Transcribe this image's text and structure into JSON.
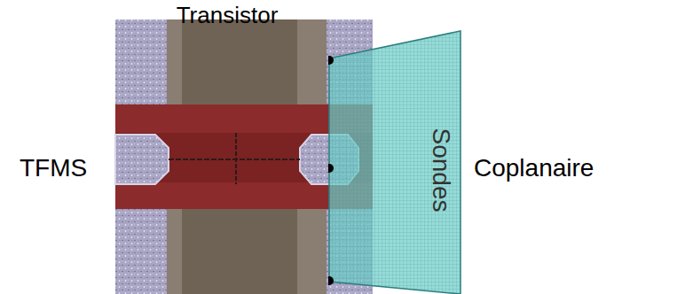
{
  "diagram": {
    "nodes": [
      {
        "text": [
          "Sondes"
        ]
      }
    ],
    "labels": [
      "Transistor",
      "TFMS",
      "Coplanaire"
    ]
  }
}
